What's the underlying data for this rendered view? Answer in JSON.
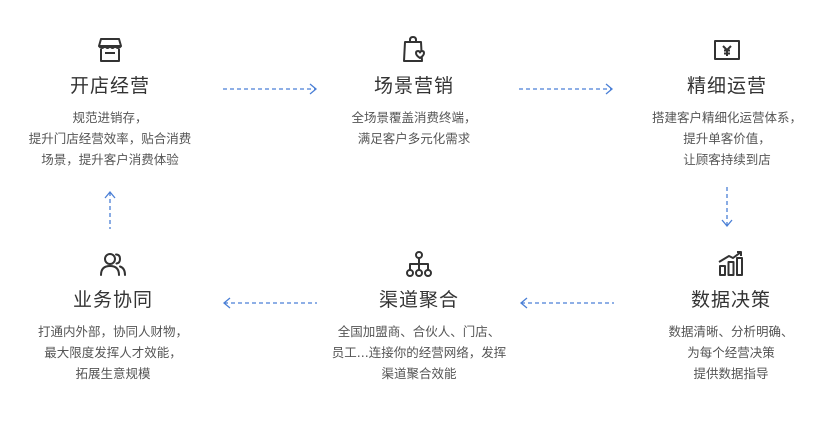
{
  "nodes": [
    {
      "title": "开店经营",
      "icon": "storefront-icon",
      "desc": [
        "规范进销存，",
        "提升门店经营效率，贴合消费",
        "场景，提升客户消费体验"
      ]
    },
    {
      "title": "场景营销",
      "icon": "shopping-bag-heart-icon",
      "desc": [
        "全场景覆盖消费终端，",
        "满足客户多元化需求"
      ]
    },
    {
      "title": "精细运营",
      "icon": "yuan-card-icon",
      "desc": [
        "搭建客户精细化运营体系，",
        "提升单客价值，",
        "让顾客持续到店"
      ]
    },
    {
      "title": "数据决策",
      "icon": "bar-chart-trend-icon",
      "desc": [
        "数据清晰、分析明确、",
        "为每个经营决策",
        "提供数据指导"
      ]
    },
    {
      "title": "渠道聚合",
      "icon": "network-icon",
      "desc": [
        "全国加盟商、合伙人、门店、",
        "员工...连接你的经营网络，发挥",
        "渠道聚合效能"
      ]
    },
    {
      "title": "业务协同",
      "icon": "users-icon",
      "desc": [
        "打通内外部，协同人财物，",
        "最大限度发挥人才效能，",
        "拓展生意规模"
      ]
    }
  ],
  "colors": {
    "arrow": "#4a7fd6",
    "icon": "#333333",
    "title": "#333333",
    "desc": "#555555"
  }
}
